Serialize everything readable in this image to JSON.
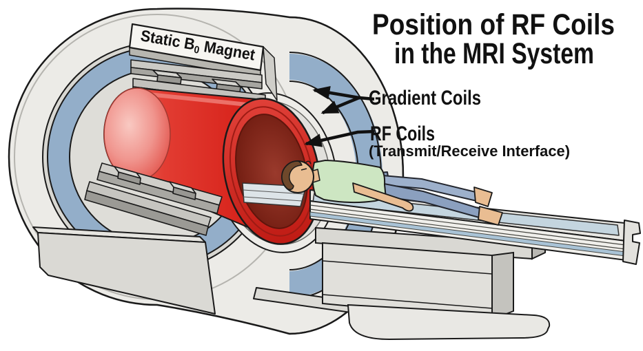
{
  "title": {
    "line1": "Position of RF Coils",
    "line2": "in the MRI System"
  },
  "annotations": {
    "magnet_label": {
      "prefix": "Static B",
      "subscript": "0",
      "suffix": " Magnet"
    },
    "gradient_coils": "Gradient Coils",
    "rf_coils": "RF Coils",
    "rf_coils_detail": "(Transmit/Receive Interface)"
  },
  "diagram": {
    "type": "cutaway-illustration",
    "subject": "MRI scanner with patient on table",
    "labeled_parts": [
      "Static B0 Magnet",
      "Gradient Coils",
      "RF Coils (Transmit/Receive Interface)"
    ]
  },
  "colors": {
    "background": "#ffffff",
    "outline": "#1a1a1a",
    "housing_gray": "#ecebe7",
    "housing_step_gray": "#d8d7d2",
    "gradient_coil_blue": "#93aec9",
    "rf_coil_red": "#d8251d",
    "rf_coil_highlight": "#f0958e",
    "bore_maroon": "#7c2418",
    "table_gray": "#e8e7e3",
    "table_pad_blue": "#c4d5df",
    "table_stripe_blue": "#a9c3d6",
    "skin": "#e9bd92",
    "hair_brown": "#6e482b",
    "shirt_green": "#cde6c2",
    "pants_blue": "#8ba0bf"
  }
}
